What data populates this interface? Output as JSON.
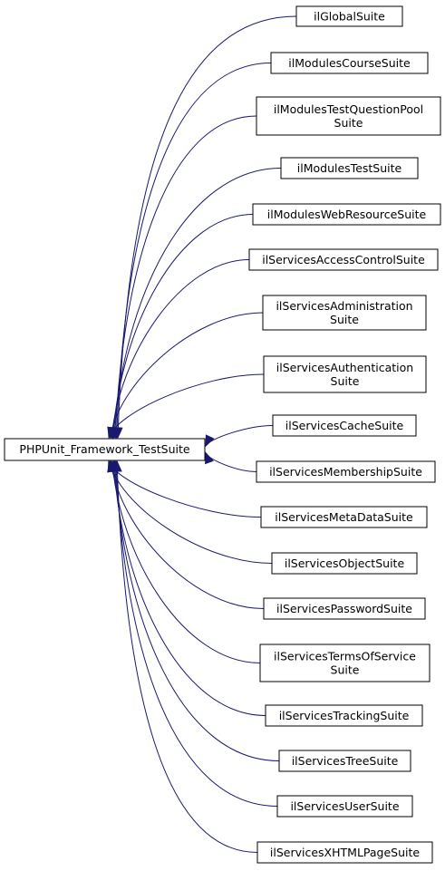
{
  "base_class": {
    "label": "PHPUnit_Framework_TestSuite"
  },
  "derived_classes": [
    {
      "lines": [
        "ilGlobalSuite"
      ]
    },
    {
      "lines": [
        "ilModulesCourseSuite"
      ]
    },
    {
      "lines": [
        "ilModulesTestQuestionPool",
        "Suite"
      ]
    },
    {
      "lines": [
        "ilModulesTestSuite"
      ]
    },
    {
      "lines": [
        "ilModulesWebResourceSuite"
      ]
    },
    {
      "lines": [
        "ilServicesAccessControlSuite"
      ]
    },
    {
      "lines": [
        "ilServicesAdministration",
        "Suite"
      ]
    },
    {
      "lines": [
        "ilServicesAuthentication",
        "Suite"
      ]
    },
    {
      "lines": [
        "ilServicesCacheSuite"
      ]
    },
    {
      "lines": [
        "ilServicesMembershipSuite"
      ]
    },
    {
      "lines": [
        "ilServicesMetaDataSuite"
      ]
    },
    {
      "lines": [
        "ilServicesObjectSuite"
      ]
    },
    {
      "lines": [
        "ilServicesPasswordSuite"
      ]
    },
    {
      "lines": [
        "ilServicesTermsOfService",
        "Suite"
      ]
    },
    {
      "lines": [
        "ilServicesTrackingSuite"
      ]
    },
    {
      "lines": [
        "ilServicesTreeSuite"
      ]
    },
    {
      "lines": [
        "ilServicesUserSuite"
      ]
    },
    {
      "lines": [
        "ilServicesXHTMLPageSuite"
      ]
    }
  ],
  "colors": {
    "edge": "#191970",
    "box_border": "#000000",
    "background": "#ffffff"
  }
}
